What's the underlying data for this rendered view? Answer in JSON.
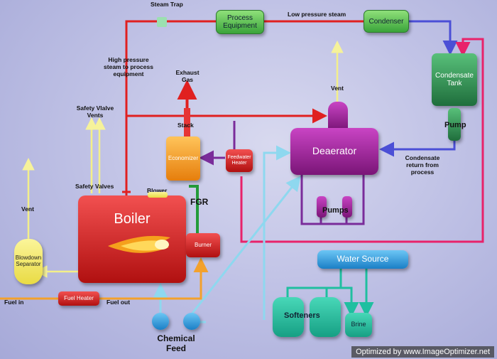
{
  "components": {
    "boiler": "Boiler",
    "economizer": "Economizer",
    "feedwater_heater": "Feedwater Heater",
    "deaerator": "Deaerator",
    "condensate_tank": "Condensate Tank",
    "pump": "Pump",
    "pumps": "Pumps",
    "process_equipment": "Process Equipment",
    "condenser": "Condenser",
    "burner": "Burner",
    "fuel_heater": "Fuel Heater",
    "blowdown_separator": "Blowdown Separator",
    "water_source": "Water Source",
    "softeners": "Softeners",
    "brine": "Brine"
  },
  "labels": {
    "steam_trap": "Steam Trap",
    "low_pressure_steam": "Low pressure steam",
    "high_pressure_steam": "High pressure steam to process equipment",
    "exhaust_gas": "Exhaust Gas",
    "vent_top": "Vent",
    "vent_left": "Vent",
    "safety_valve_vents": "Safety Vlalve Vents",
    "safety_valves": "Safety Valves",
    "blower": "Blower",
    "stack": "Stack",
    "fgr": "FGR",
    "condensate_return": "Condensate return from process",
    "fuel_in": "Fuel in",
    "fuel_out": "Fuel out",
    "chemical_feed": "Chemical Feed"
  },
  "watermark": "Optimized by www.ImageOptimizer.net",
  "colors": {
    "steam_line": "#e02020",
    "condensate_line": "#4b4fd6",
    "vent_line": "#f3ef8a",
    "water_line": "#7fd4ea",
    "fuel_line": "#f3a12c",
    "purple_line": "#7a2c9a",
    "fgr_line": "#239b3a",
    "pink_line": "#e8226a",
    "teal_line": "#1fbfa0"
  }
}
